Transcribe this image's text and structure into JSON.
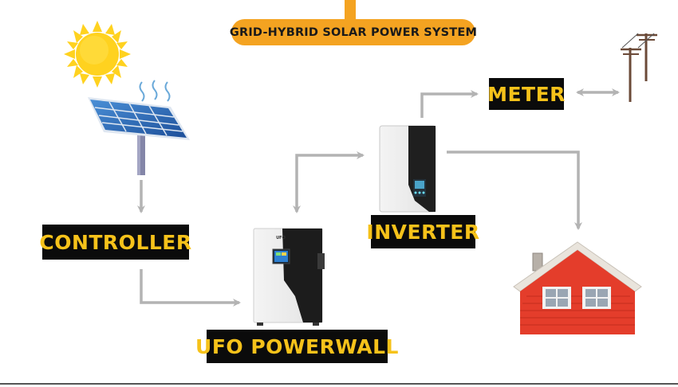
{
  "title": "GRID-HYBRID SOLAR POWER SYSTEM",
  "labels": {
    "controller": "CONTROLLER",
    "powerwall": "UFO POWERWALL",
    "inverter": "INVERTER",
    "meter": "METER"
  },
  "device_text": {
    "powerwall_logo": "UFO"
  },
  "colors": {
    "accent": "#f4a321",
    "label_bg": "#0b0b0b",
    "label_text": "#f6c21a",
    "arrow": "#b3b3b3",
    "sun": "#ffd21f",
    "house": "#e43d2b"
  },
  "icons": [
    "sun-icon",
    "solar-panel-icon",
    "inverter-icon",
    "powerwall-battery-icon",
    "power-pole-icon",
    "house-icon"
  ]
}
